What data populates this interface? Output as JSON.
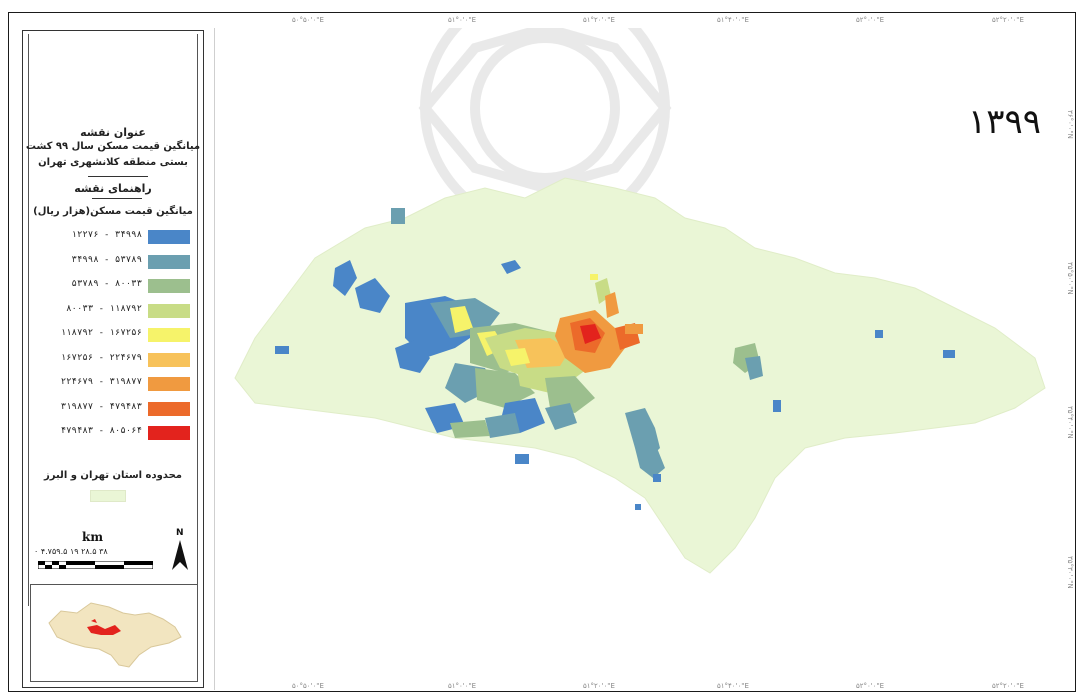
{
  "map": {
    "year_label": "۱۳۹۹",
    "map_title_label": "عنوان نقشه",
    "map_title_lines": [
      "میانگین قیمت مسکن سال ۹۹ کشت",
      "بستی منطقه کلانشهری تهران"
    ],
    "legend_heading": "راهنمای نقشه",
    "legend_subheading": "میانگین قیمت مسکن(هزار ریال)",
    "classes": [
      {
        "label": "۱۲۲۷۶ - ۳۴۹۹۸",
        "color": "#4a86c8"
      },
      {
        "label": "۳۴۹۹۸ - ۵۳۷۸۹",
        "color": "#6b9fb0"
      },
      {
        "label": "۵۳۷۸۹ - ۸۰۰۳۳",
        "color": "#9cbf8e"
      },
      {
        "label": "۸۰۰۳۳ - ۱۱۸۷۹۲",
        "color": "#c8dc86"
      },
      {
        "label": "۱۱۸۷۹۲ - ۱۶۷۲۵۶",
        "color": "#f6f36a"
      },
      {
        "label": "۱۶۷۲۵۶ - ۲۲۴۶۷۹",
        "color": "#f7c25a"
      },
      {
        "label": "۲۲۴۶۷۹ - ۳۱۹۸۷۷",
        "color": "#f09a40"
      },
      {
        "label": "۳۱۹۸۷۷ - ۴۷۹۴۸۳",
        "color": "#ec6a2a"
      },
      {
        "label": "۴۷۹۴۸۳ - ۸۰۵۰۶۴",
        "color": "#e3231d"
      }
    ],
    "boundary_label": "محدوده استان تهران و البرز",
    "boundary_color": "#eaf6d6",
    "scale_unit": "km",
    "scale_ticks": "۰ ۴.۷۵۹.۵   ۱۹   ۲۸.۵   ۳۸",
    "north_label": "N",
    "coords_top": [
      "۵۰°۵۰'۰\"E",
      "۵۱°۰'۰\"E",
      "۵۱°۲۰'۰\"E",
      "۵۱°۴۰'۰\"E",
      "۵۲°۰'۰\"E",
      "۵۲°۲۰'۰\"E"
    ],
    "coords_bottom": [
      "۵۰°۵۰'۰\"E",
      "۵۱°۰'۰\"E",
      "۵۱°۲۰'۰\"E",
      "۵۱°۴۰'۰\"E",
      "۵۲°۰'۰\"E",
      "۵۲°۲۰'۰\"E"
    ],
    "coords_right": [
      "۳۶°۰'۰\"N",
      "۳۵°۵۰'۰\"N",
      "۳۵°۴۰'۰\"N",
      "۳۵°۳۰'۰\"N"
    ]
  }
}
